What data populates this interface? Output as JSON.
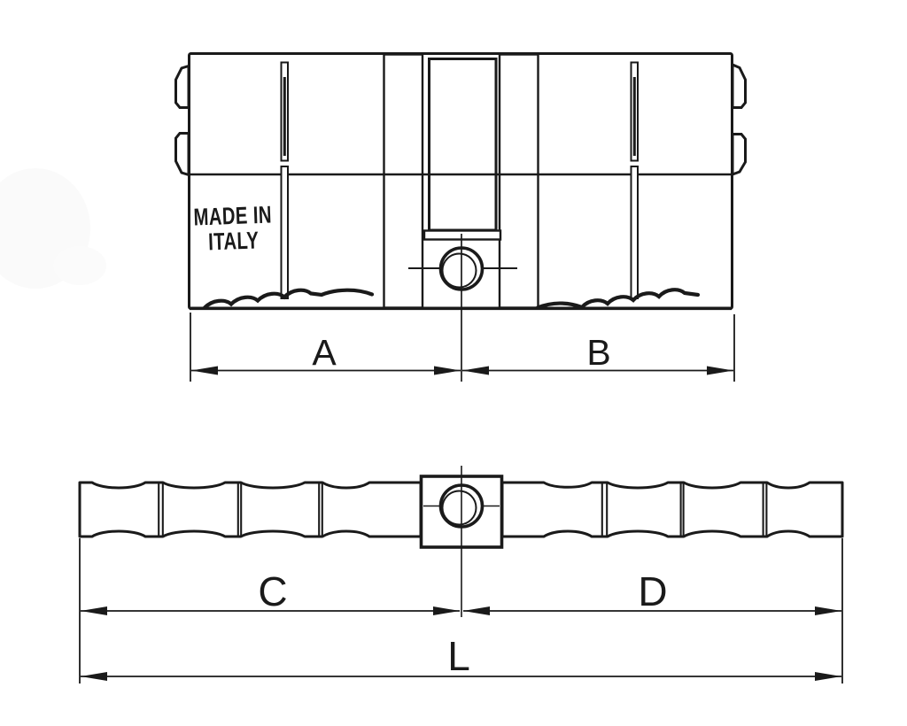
{
  "colors": {
    "line": "#1a1a1a",
    "light_gray": "#e1e1e1",
    "dark_gray": "#8f8f8f",
    "background": "#ffffff"
  },
  "top_view": {
    "stamp_line1": "MADE IN",
    "stamp_line2": "ITALY",
    "dim_a_label": "A",
    "dim_b_label": "B"
  },
  "bottom_view": {
    "dim_c_label": "C",
    "dim_d_label": "D",
    "dim_l_label": "L"
  }
}
